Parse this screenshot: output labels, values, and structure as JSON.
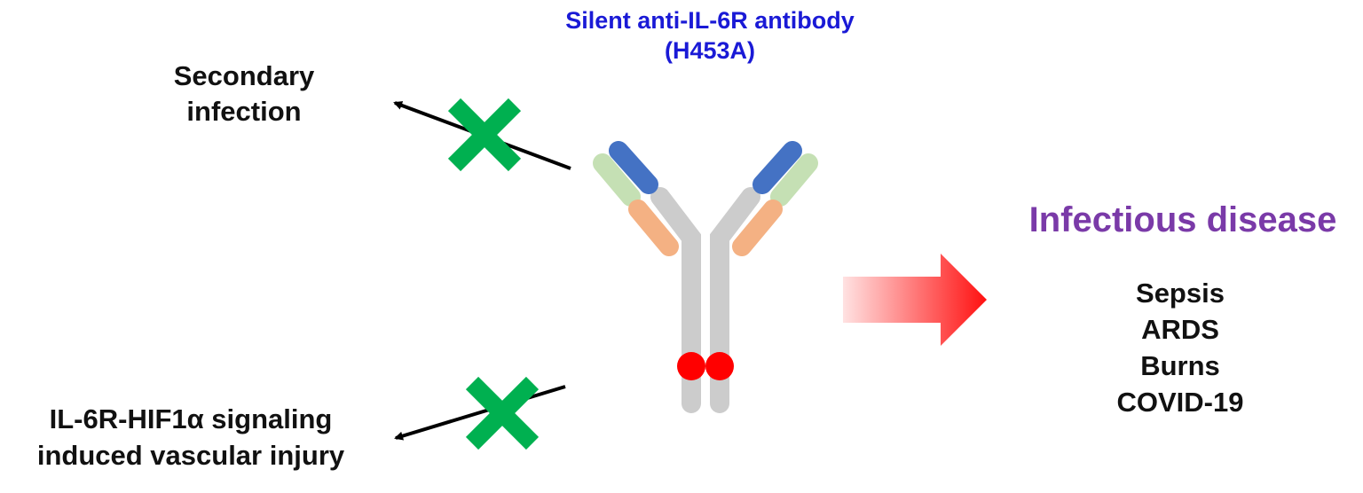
{
  "antibody": {
    "title_line1": "Silent anti-IL-6R antibody",
    "title_line2": "(H453A)"
  },
  "effects": {
    "secondary_infection": {
      "line1": "Secondary",
      "line2": "infection"
    },
    "vascular_injury": {
      "line1": "IL-6R-HIF1α signaling",
      "line2": "induced vascular injury"
    }
  },
  "outcome": {
    "heading": "Infectious disease",
    "conditions": [
      "Sepsis",
      "ARDS",
      "Burns",
      "COVID-19"
    ]
  },
  "colors": {
    "title": "#1a1ad6",
    "heading": "#7a3aa8",
    "heavy_chain": "#cccccc",
    "variable_heavy": "#4472c4",
    "light_chain_variable": "#c5e0b4",
    "light_chain_constant": "#f4b183",
    "fc_mutation": "#ff0000",
    "block_cross": "#00b050",
    "arrow": "#ff2020"
  }
}
